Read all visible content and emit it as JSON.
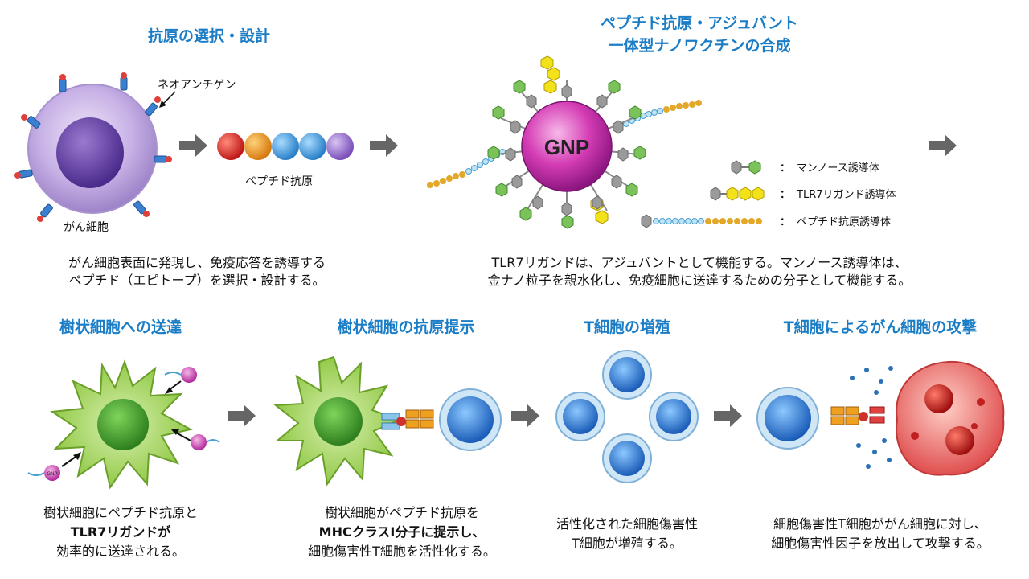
{
  "titles": {
    "antigen_selection": "抗原の選択・設計",
    "synthesis_line1": "ペプチド抗原・アジュバント",
    "synthesis_line2": "一体型ナノワクチンの合成",
    "delivery": "樹状細胞への送達",
    "presentation": "樹状細胞の抗原提示",
    "proliferation": "T細胞の増殖",
    "attack": "T細胞によるがん細胞の攻撃"
  },
  "labels": {
    "neoantigen": "ネオアンチゲン",
    "peptide_antigen": "ペプチド抗原",
    "cancer_cell": "がん細胞",
    "gnp": "GNP",
    "gnp_small": "GNP"
  },
  "legend": [
    {
      "colon": "：",
      "text": "マンノース誘導体"
    },
    {
      "colon": "：",
      "text": "TLR7リガンド誘導体"
    },
    {
      "colon": "：",
      "text": "ペプチド抗原誘導体"
    }
  ],
  "descriptions": {
    "antigen_selection_1": "がん細胞表面に発現し、免疫応答を誘導する",
    "antigen_selection_2": "ペプチド（エピトープ）を選択・設計する。",
    "synthesis_1": "TLR7リガンドは、アジュバントとして機能する。マンノース誘導体は、",
    "synthesis_2": "金ナノ粒子を親水化し、免疫細胞に送達するための分子として機能する。",
    "delivery_1": "樹状細胞にペプチド抗原と",
    "delivery_2": "TLR7リガンドが",
    "delivery_3": "効率的に送達される。",
    "presentation_1": "樹状細胞がペプチド抗原を",
    "presentation_2": "MHCクラスI分子に提示し、",
    "presentation_3": "細胞傷害性T細胞を活性化する。",
    "proliferation_1": "活性化された細胞傷害性",
    "proliferation_2": "T細胞が増殖する。",
    "attack_1": "細胞傷害性T細胞ががん細胞に対し、",
    "attack_2": "細胞傷害性因子を放出して攻撃する。"
  },
  "colors": {
    "title_blue": "#1b7dc6",
    "arrow_gray": "#666666",
    "dendritic_green": "#8cc63f",
    "tcell_blue": "#2f7fd6",
    "cancer_red": "#e84b4b",
    "gnp_magenta": "#c02aa0"
  },
  "peptide_beads": [
    "#e02a2a",
    "#f29a1a",
    "#3aa0e0",
    "#3aa0e0",
    "#9b6fd0"
  ]
}
